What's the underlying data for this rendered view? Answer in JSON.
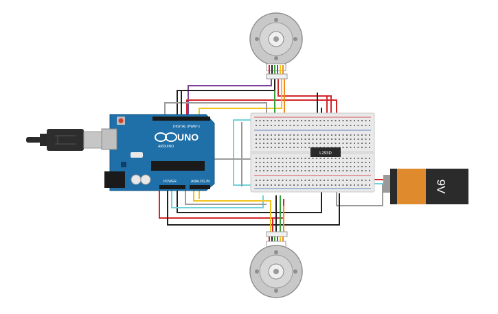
{
  "arduino": {
    "brand": "UNO",
    "logo_text": "ARDUINO",
    "digital_label": "DIGITAL (PWM~)",
    "power_label": "POWER",
    "analog_label": "ANALOG IN"
  },
  "driver_chip": {
    "label": "L293D"
  },
  "battery": {
    "label": "9V"
  },
  "colors": {
    "wire_red": "#d2262b",
    "wire_black": "#1f1f1f",
    "wire_yellow": "#f2c31a",
    "wire_purple": "#7b3f9c",
    "wire_cyan": "#6fd3dc",
    "wire_gray": "#9a9a9a",
    "wire_green": "#3aa03a",
    "wire_orange": "#f08a24",
    "arduino_blue": "#1f6fa8",
    "breadboard": "#e9e9e9",
    "battery_orange": "#e08a2e",
    "battery_black": "#2b2b2b"
  }
}
